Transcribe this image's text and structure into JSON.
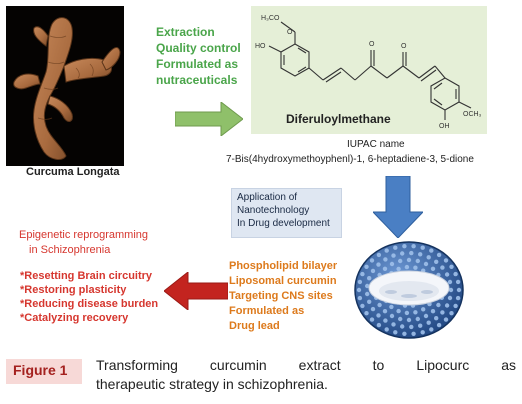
{
  "source_label": "Curcuma Longata",
  "process_steps": [
    "Extraction",
    "Quality control",
    "Formulated as",
    "nutraceuticals"
  ],
  "structure": {
    "atom_labels": [
      "H₃CO",
      "HO",
      "O",
      "O",
      "O",
      "OH",
      "OCH₃"
    ],
    "compound_name": "Diferuloylmethane",
    "iupac_heading": "IUPAC name",
    "iupac_name": "7-Bis(4hydroxymethoyphenl)-1, 6-heptadiene-3, 5-dione"
  },
  "nanotech_box": [
    "Application of",
    "Nanotechnology",
    "In Drug development"
  ],
  "epigenetic": [
    "Epigenetic reprogramming",
    "in Schizophrenia"
  ],
  "outcomes": [
    "*Resetting Brain circuitry",
    "*Restoring plasticity",
    "*Reducing disease burden",
    "*Catalyzing recovery"
  ],
  "liposomal_steps": [
    "Phospholipid  bilayer",
    "Liposomal curcumin",
    "Targeting CNS sites",
    "Formulated as",
    "Drug lead"
  ],
  "figure": {
    "badge": "Figure 1",
    "caption_line1": "Transforming curcumin extract to Lipocurc as",
    "caption_line2": "therapeutic strategy in schizophrenia."
  },
  "colors": {
    "process_green": "#4aa54a",
    "arrow_green": "#8fc06a",
    "arrow_blue": "#4a7fc4",
    "arrow_red": "#c3241f",
    "outcome_red": "#d6372f",
    "liposome_orange": "#dd7a1c",
    "structure_panel": "#e5efd7",
    "nanotech_panel": "#dfe7f2",
    "liposome_blue": "#2f5f9e"
  }
}
